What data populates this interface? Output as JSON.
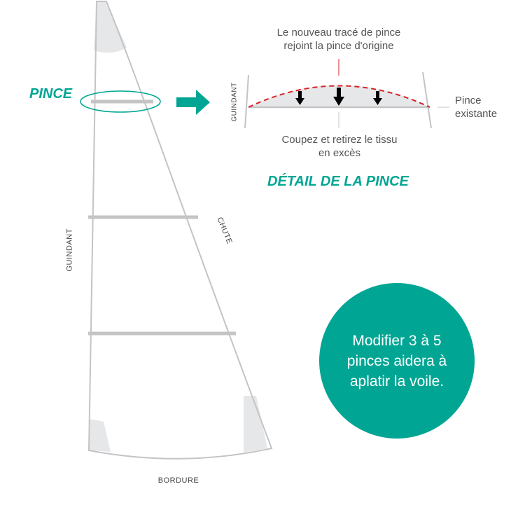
{
  "labels": {
    "pince": "PINCE",
    "guindant": "GUINDANT",
    "chute": "CHUTE",
    "bordure": "BORDURE",
    "detail_guindant": "GUINDANT",
    "new_line_note": "Le nouveau tracé de pince rejoint la pince d'origine",
    "existing": "Pince existante",
    "cut_note": "Coupez et retirez le tissu en excès",
    "detail_title": "DÉTAIL DE LA PINCE",
    "tip": "Modifier 3 à 5 pinces aidera à aplatir la voile."
  },
  "colors": {
    "teal": "#00a693",
    "red": "#d7202a",
    "gray": "#c4c4c6",
    "fill": "#e6e7e8"
  }
}
